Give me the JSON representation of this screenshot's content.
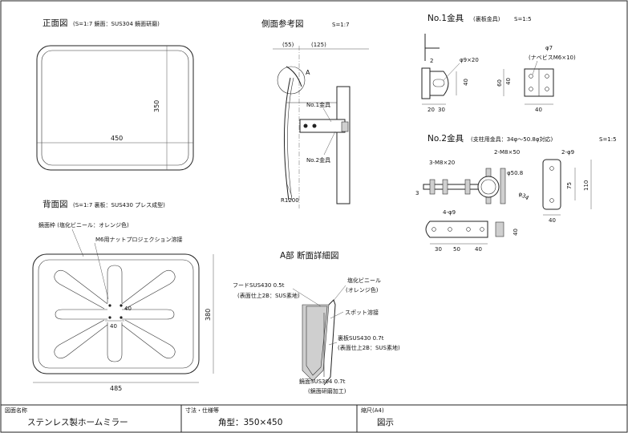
{
  "front_view": {
    "title": "正面図",
    "spec": "(S=1:7 鏡面：SUS304 鏡面研磨)",
    "width": "450",
    "height": "350"
  },
  "back_view": {
    "title": "背面図",
    "spec": "(S=1:7 裏板：SUS430 プレス成型)",
    "frame_callout": "鏡面枠 (塩化ビニール：オレンジ色)",
    "nut_callout": "M6用ナットプロジェクション溶接",
    "nut_spacing": "40",
    "width": "485",
    "height": "380"
  },
  "side_view": {
    "title": "側面参考図",
    "scale": "S=1:7",
    "dim_55": "(55)",
    "dim_125": "(125)",
    "detail_marker": "A",
    "bracket1": "No.1金具",
    "bracket2": "No.2金具",
    "radius": "R1200"
  },
  "detail_a": {
    "title": "A部 断面詳細図",
    "hood": "フードSUS430 0.5t",
    "hood_finish": "(表面仕上2B：SUS素地)",
    "vinyl": "塩化ビニール",
    "vinyl_color": "(オレンジ色)",
    "spot_weld": "スポット溶接",
    "back_plate": "裏板SUS430 0.7t",
    "back_plate_finish": "(表面仕上2B：SUS素地)",
    "mirror_plate": "鏡面SUS304 0.7t",
    "mirror_plate_finish": "(鏡面研磨加工)"
  },
  "bracket1": {
    "title": "No.1金具",
    "subtitle": "(裏板金具)",
    "scale": "S=1:5",
    "thickness": "2",
    "slot": "φ9×20",
    "height": "40",
    "w1": "20",
    "w2": "30",
    "hole_dia": "φ7",
    "screw": "(ナベビスM6×10)",
    "plan_60": "60",
    "plan_40": "40",
    "plan_w": "40"
  },
  "bracket2": {
    "title": "No.2金具",
    "subtitle": "(支柱用金具：34φ～50.8φ対応)",
    "scale": "S=1:5",
    "bolts": "2-M8×50",
    "bolts_short": "3-M8×20",
    "hole": "2-φ9",
    "dia_large": "φ50.8",
    "dia_small": "φ34",
    "thickness": "3",
    "height_75": "75",
    "height_110": "110",
    "plate_w": "40",
    "holes": "4-φ9",
    "strip_h": "40",
    "dim_30": "30",
    "dim_50": "50",
    "dim_40": "40"
  },
  "title_block": {
    "name_label": "図面名称",
    "name": "ステンレス製ホームミラー",
    "spec_label": "寸法・仕様等",
    "spec": "角型：350×450",
    "scale_label": "縮尺(A4)",
    "scale": "図示"
  }
}
